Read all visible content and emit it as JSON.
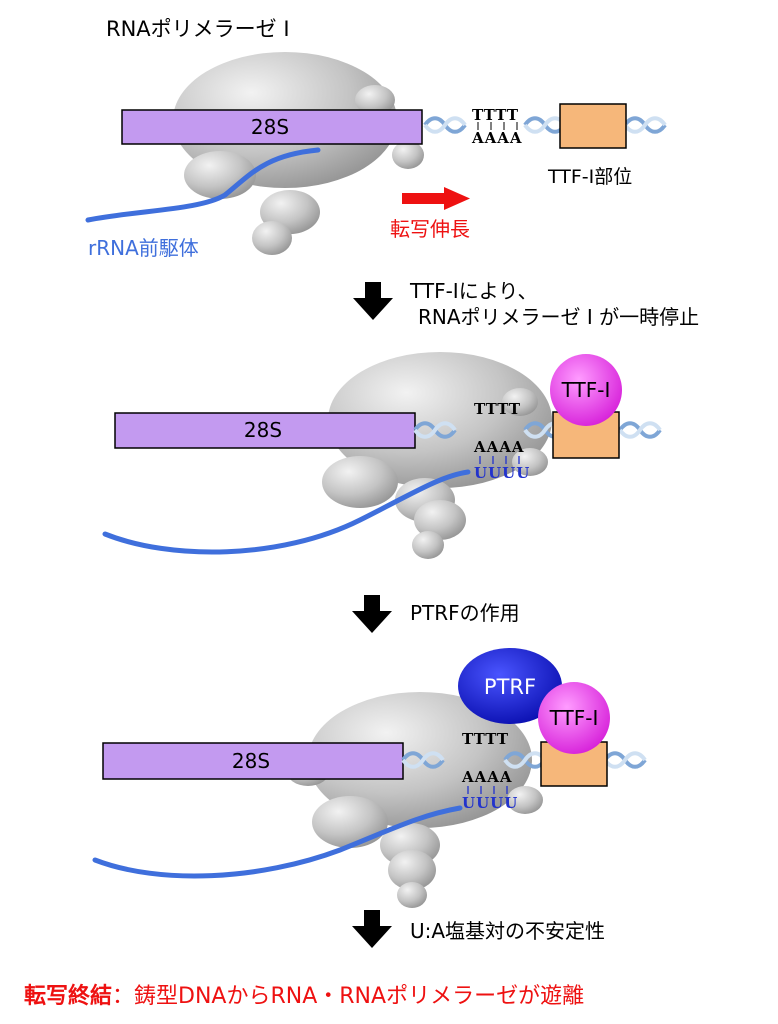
{
  "title": "RNAポリメラーゼ I",
  "colors": {
    "rna": "#3f6fdc",
    "rrna_bar": "#c39af0",
    "ttf_site": "#f6b77a",
    "ttf_protein": "#e23fe6",
    "ptrf_protein": "#1a1fd8",
    "elongation_arrow": "#ee1111",
    "termination_text": "#ee1111",
    "dna": "#8fb2dc",
    "polymerase": "#c5c5c5"
  },
  "stage1": {
    "rrna_label": "28S",
    "top_bases": "TTTT",
    "bottom_bases": "AAAA",
    "ttf_site_label": "TTF-I部位",
    "elongation_label": "転写伸長",
    "precursor_label": "rRNA前駆体"
  },
  "step1": {
    "line1": "TTF-Iにより、",
    "line2": "RNAポリメラーゼ I が一時停止"
  },
  "stage2": {
    "rrna_label": "28S",
    "ttf_label": "TTF-I",
    "top_bases": "TTTT",
    "bottom_bases": "AAAA",
    "rna_bases": "UUUU"
  },
  "step2": {
    "text": "PTRFの作用"
  },
  "stage3": {
    "rrna_label": "28S",
    "ptrf_label": "PTRF",
    "ttf_label": "TTF-I",
    "top_bases": "TTTT",
    "bottom_bases": "AAAA",
    "rna_bases": "UUUU"
  },
  "step3": {
    "text": "U:A塩基対の不安定性"
  },
  "footer": {
    "title": "転写終結",
    "separator": "：",
    "text": "鋳型DNAからRNA・RNAポリメラーゼが遊離"
  }
}
